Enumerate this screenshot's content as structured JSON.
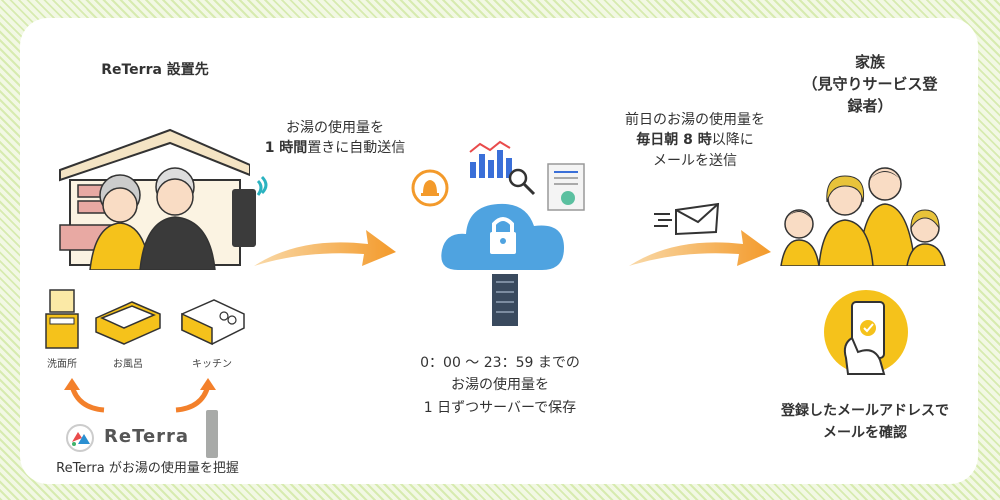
{
  "left": {
    "title": "ReTerra 設置先",
    "rooms": [
      "洗面所",
      "お風呂",
      "キッチン"
    ],
    "logo_text": "ReTerra",
    "caption": "ReTerra がお湯の使用量を把握"
  },
  "arrow1": {
    "line1": "お湯の使用量を",
    "bold": "1 時間",
    "line2_rest": "置きに自動送信"
  },
  "center": {
    "line1": "0：00 ～ 23：59 までの",
    "line2": "お湯の使用量を",
    "line3": "1 日ずつサーバーで保存"
  },
  "arrow2": {
    "line1": "前日のお湯の使用量を",
    "bold": "毎日朝 8 時",
    "line2_rest": "以降に",
    "line3": "メールを送信"
  },
  "right": {
    "title": "家族",
    "subtitle": "（見守りサービス登録者）",
    "caption1": "登録したメールアドレスで",
    "caption2": "メールを確認"
  },
  "colors": {
    "orange": "#f39a2b",
    "cloud": "#4fa3e0",
    "yellow": "#f5c21b",
    "green_bg": "#d7ebb0"
  }
}
